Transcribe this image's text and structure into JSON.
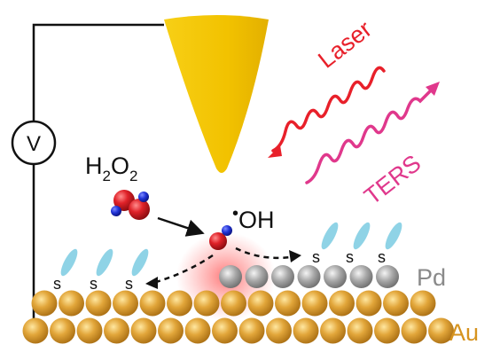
{
  "labels": {
    "voltmeter": "V",
    "laser": "Laser",
    "ters": "TERS",
    "h2o2_h": "H",
    "h2o2_sub1": "2",
    "h2o2_o": "O",
    "h2o2_sub2": "2",
    "radical_dot": "•",
    "radical": "OH",
    "palladium": "Pd",
    "gold": "Au",
    "sulfur": "s"
  },
  "colors": {
    "tip": "#f2c200",
    "laser": "#e8202a",
    "ters": "#e0388c",
    "pd_atom": "#9a9a9a",
    "au_atom": "#d99a2a",
    "oxygen": "#d81f26",
    "hydrogen": "#1f2fd0",
    "ligand": "#8fd3e6",
    "hotspot": "#ff5a5a",
    "pd_label": "#8a8a8a",
    "au_label": "#d6931e"
  },
  "icons": [
    "voltmeter-icon",
    "tip-icon",
    "laser-wave-icon",
    "ters-wave-icon",
    "molecule-icon",
    "arrow-icon"
  ]
}
